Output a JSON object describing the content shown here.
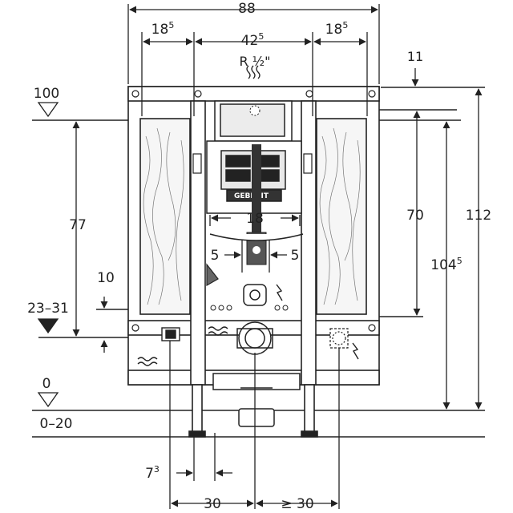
{
  "dimensions": {
    "total_width": "88",
    "left_side": {
      "main": "18",
      "sup": "5"
    },
    "center_width": {
      "main": "42",
      "sup": "5"
    },
    "right_side": {
      "main": "18",
      "sup": "5"
    },
    "thread": "R ½\"",
    "top_offset": "11",
    "left_height": "77",
    "right_height": "70",
    "tall_height": {
      "main": "104",
      "sup": "5"
    },
    "total_height": "112",
    "bracket_gap": "18",
    "offset_left": "5",
    "offset_right": "5",
    "level_10": "10",
    "level_range": "23–31",
    "floor_range": "0–20",
    "drain_offset": {
      "main": "7",
      "sup": "3"
    },
    "bottom_left": "30",
    "bottom_right": "≥ 30"
  },
  "levels": {
    "top": "100",
    "floor": "0"
  },
  "brand": "GEBERIT",
  "colors": {
    "line": "#222222",
    "frame_fill": "#ffffff",
    "wood_fill": "#f4f4f4",
    "cistern_fill": "#ececec"
  },
  "icons": [
    "water-supply-icon",
    "electrical-icon",
    "flush-pipe-icon"
  ]
}
